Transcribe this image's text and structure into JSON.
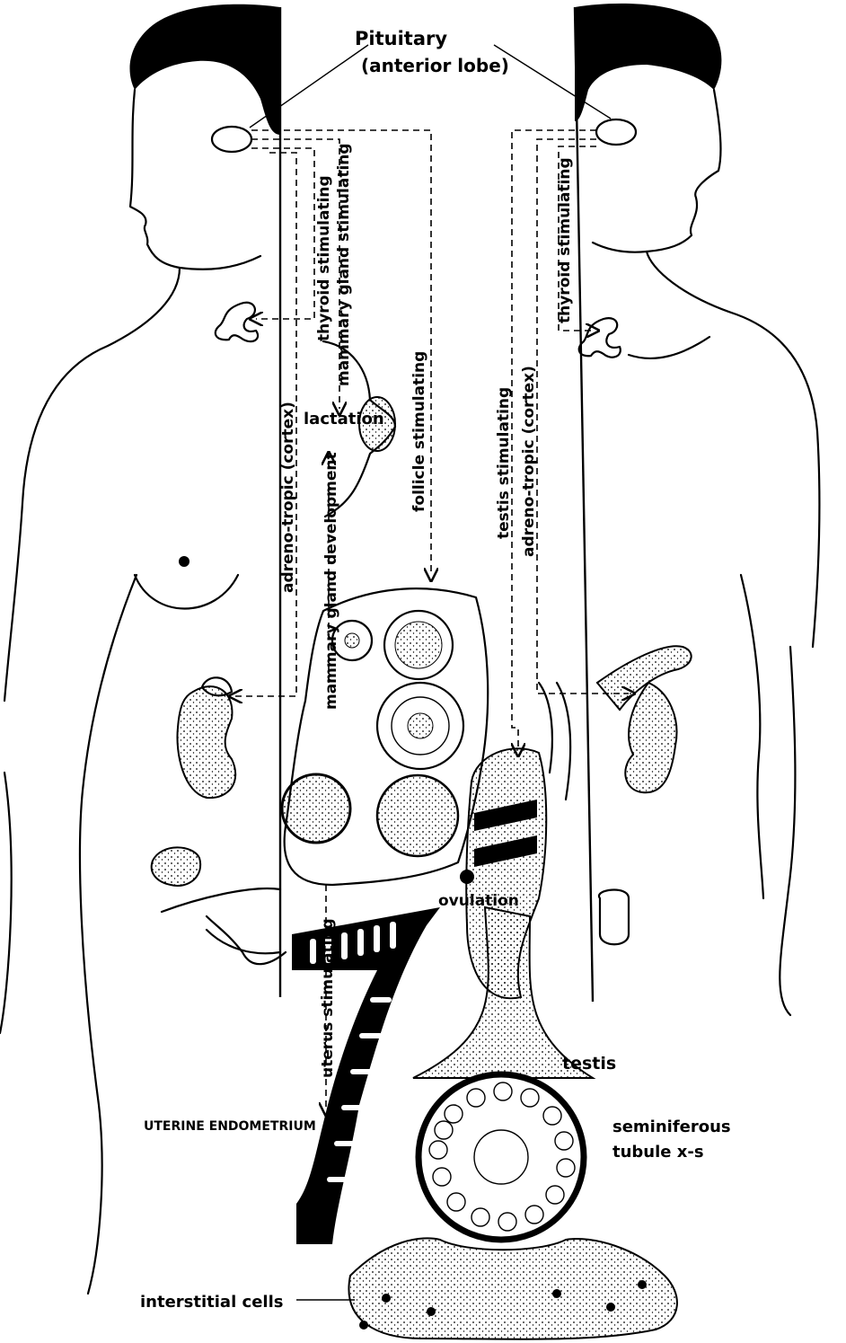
{
  "labels": {
    "pituitary": "Pituitary",
    "pituitary_sub": "(anterior lobe)",
    "lactation": "lactation",
    "ovulation": "ovulation",
    "testis": "testis",
    "seminiferous_1": "seminiferous",
    "seminiferous_2": "tubule x-s",
    "uterine_endometrium": "UTERINE ENDOMETRIUM",
    "interstitial_cells": "interstitial cells"
  },
  "female_hormones": {
    "thyroid_stimulating": "thyroid stimulating",
    "mammary_gland_stimulating": "mammary gland stimulating",
    "adreno_tropic": "adreno-tropic (cortex)",
    "follicle_stimulating": "follicle stimulating",
    "mammary_gland_development": "mammary gland development",
    "uterus_stimulating": "uterus stimulating"
  },
  "male_hormones": {
    "thyroid_stimulating": "thyroid stimulating",
    "testis_stimulating": "testis stimulating",
    "adreno_tropic": "adreno-tropic (cortex)"
  }
}
